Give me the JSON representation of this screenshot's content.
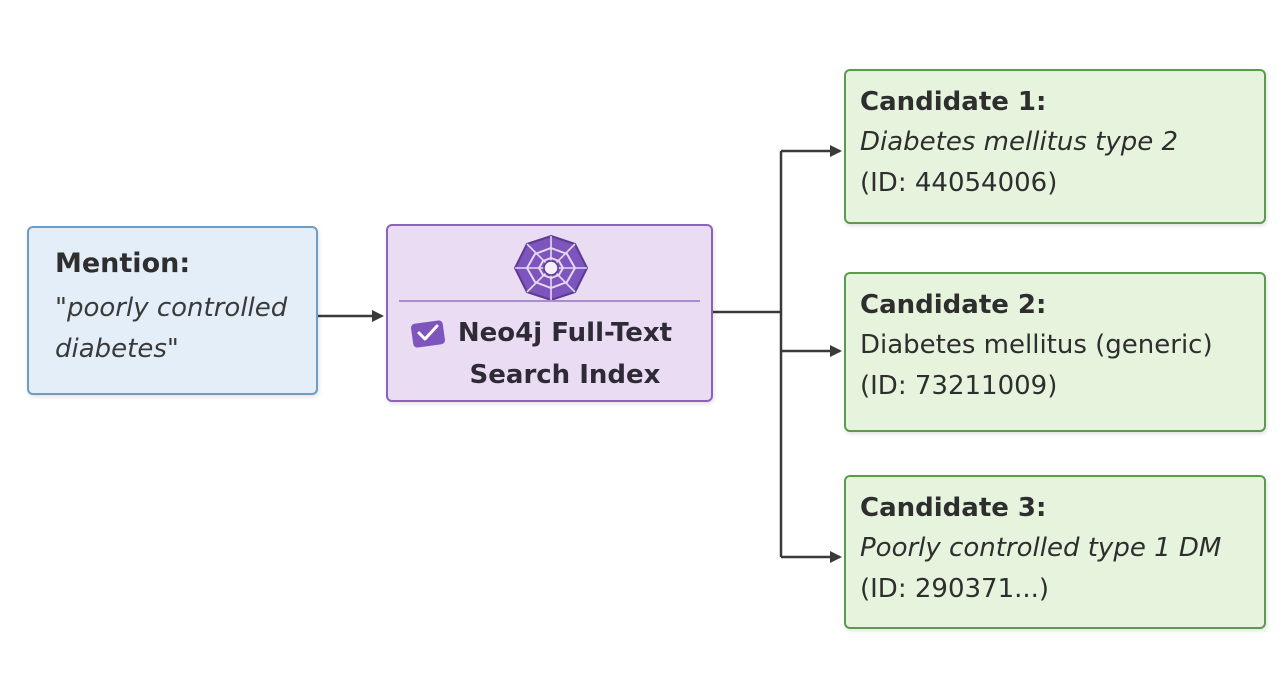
{
  "mention": {
    "label": "Mention:",
    "text": "\"poorly controlled diabetes\""
  },
  "index": {
    "title": "Neo4j Full-Text Search Index",
    "icon_top": "spiderweb-icon",
    "icon_left": "checkmark-badge-icon",
    "colors": {
      "fill": "#e9dcf3",
      "border": "#8b63b8",
      "icon": "#7e55bd"
    }
  },
  "candidates": [
    {
      "label": "Candidate 1:",
      "name": "Diabetes mellitus type 2",
      "id": "(ID: 44054006)"
    },
    {
      "label": "Candidate 2:",
      "name": "Diabetes mellitus (generic)",
      "id": "(ID: 73211009)"
    },
    {
      "label": "Candidate 3:",
      "name": "Poorly controlled type 1 DM",
      "id": "(ID: 290371...)"
    }
  ],
  "colors": {
    "mention_fill": "#e4eef8",
    "mention_border": "#6f9cc4",
    "candidate_fill": "#e6f4de",
    "candidate_border": "#5d9a4f",
    "arrow": "#3a3a3a"
  }
}
